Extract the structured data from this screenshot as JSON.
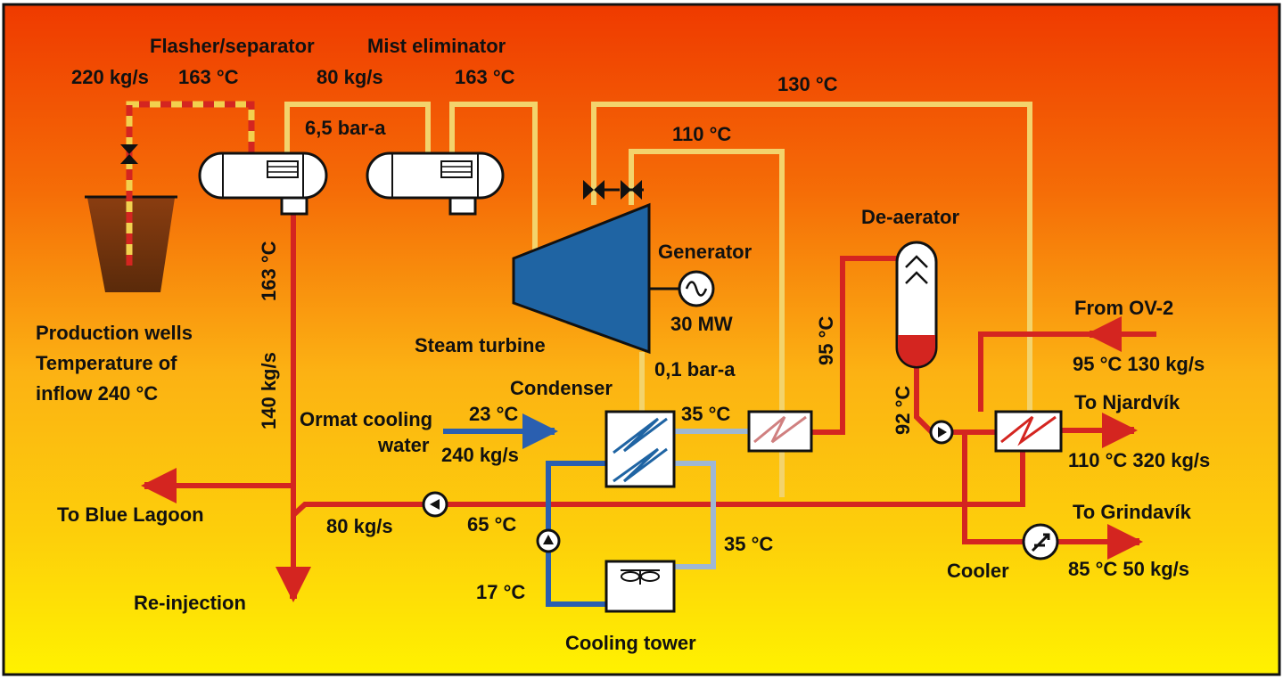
{
  "labels": {
    "flasher": "Flasher/separator",
    "mist": "Mist eliminator",
    "flow220": "220 kg/s",
    "temp163a": "163 °C",
    "flow80a": "80 kg/s",
    "temp163b": "163 °C",
    "temp130": "130 °C",
    "pressure65": "6,5 bar-a",
    "temp110a": "110 °C",
    "deaerator": "De-aerator",
    "generator": "Generator",
    "power": "30 MW",
    "temp163v": "163 °C",
    "flow140v": "140 kg/s",
    "temp95v": "95 °C",
    "temp92v": "92 °C",
    "prod1": "Production wells",
    "prod2": "Temperature of",
    "prod3": "inflow 240 °C",
    "turbine": "Steam turbine",
    "fromOV": "From OV-2",
    "ov2": "95 °C  130 kg/s",
    "pressure01": "0,1 bar-a",
    "condenser": "Condenser",
    "toNjardvik": "To Njardvík",
    "ormat1": "Ormat cooling",
    "ormat2": "water",
    "temp23": "23 °C",
    "flow240": "240 kg/s",
    "temp35a": "35 °C",
    "njardvik": "110 °C  320 kg/s",
    "blueLagoon": "To Blue Lagoon",
    "flow80b": "80 kg/s",
    "temp65": "65 °C",
    "toGrindavik": "To Grindavík",
    "temp35b": "35 °C",
    "cooler": "Cooler",
    "grindavik": "85 °C  50 kg/s",
    "temp17": "17 °C",
    "reinjection": "Re-injection",
    "coolingTower": "Cooling tower"
  }
}
